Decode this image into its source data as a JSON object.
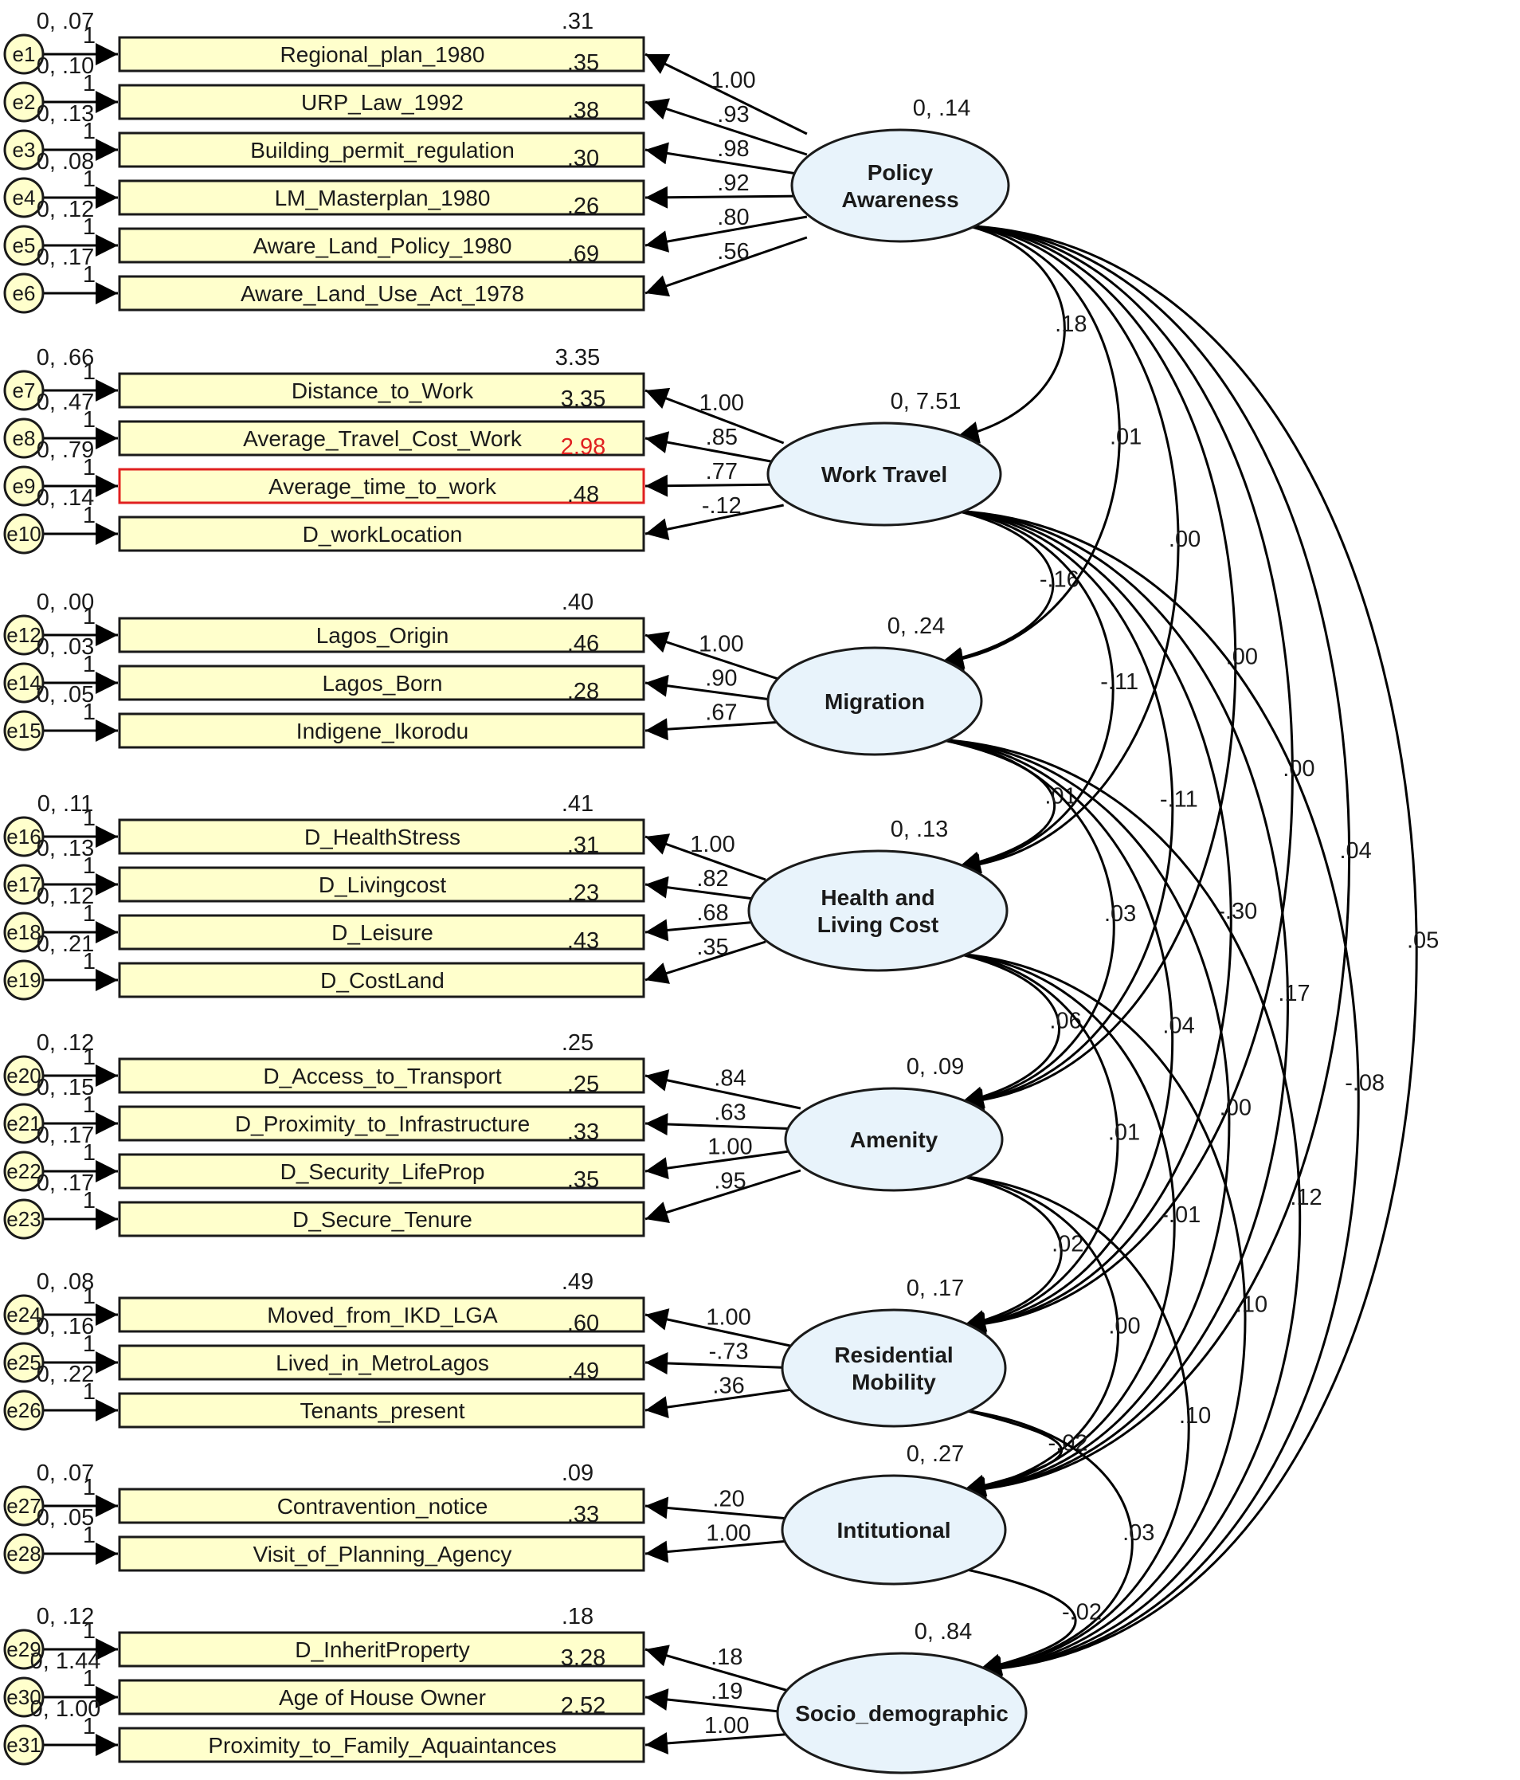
{
  "factors": [
    {
      "name": "Policy Awareness",
      "lines": [
        "Policy",
        "Awareness"
      ],
      "var": "0, .14",
      "loadings": [
        "1.00",
        ".93",
        ".98",
        ".92",
        ".80",
        ".56"
      ],
      "indicators": [
        {
          "label": "Regional_plan_1980",
          "err": "e1",
          "int": ".35",
          "ev": "0, .10"
        },
        {
          "label": "URP_Law_1992",
          "err": "e2",
          "int": ".38",
          "ev": "0, .13"
        },
        {
          "label": "Building_permit_regulation",
          "err": "e3",
          "int": ".30",
          "ev": "0, .08"
        },
        {
          "label": "LM_Masterplan_1980",
          "err": "e4",
          "int": ".26",
          "ev": "0, .12"
        },
        {
          "label": "Aware_Land_Policy_1980",
          "err": "e5",
          "int": ".69",
          "ev": "0, .17"
        },
        {
          "label": "Aware_Land_Use_Act_1978",
          "err": "e6",
          "int": "",
          "ev": ""
        }
      ],
      "top_ev": "0, .07",
      "top_int": ".31"
    },
    {
      "name": "Work Travel",
      "lines": [
        "Work Travel"
      ],
      "var": "0, 7.51",
      "loadings": [
        "1.00",
        ".85",
        ".77",
        "-.12"
      ],
      "indicators": [
        {
          "label": "Distance_to_Work",
          "err": "e7",
          "int": "3.35",
          "ev": "0, .47"
        },
        {
          "label": "Average_Travel_Cost_Work",
          "err": "e8",
          "int": "2.98",
          "ev": "0, .79"
        },
        {
          "label": "Average_time_to_work",
          "err": "e9",
          "int": ".48",
          "ev": "0, .14"
        },
        {
          "label": "D_workLocation",
          "err": "e10",
          "int": "",
          "ev": ""
        }
      ],
      "top_ev": "0, .66",
      "top_int": "3.35"
    },
    {
      "name": "Migration",
      "lines": [
        "Migration"
      ],
      "var": "0, .24",
      "loadings": [
        "1.00",
        ".90",
        ".67"
      ],
      "indicators": [
        {
          "label": "Lagos_Origin",
          "err": "e12",
          "int": ".46",
          "ev": "0, .03"
        },
        {
          "label": "Lagos_Born",
          "err": "e14",
          "int": ".28",
          "ev": "0, .05"
        },
        {
          "label": "Indigene_Ikorodu",
          "err": "e15",
          "int": "",
          "ev": ""
        }
      ],
      "top_ev": "0, .00",
      "top_int": ".40"
    },
    {
      "name": "Health and Living Cost",
      "lines": [
        "Health and",
        "Living Cost"
      ],
      "var": "0, .13",
      "loadings": [
        "1.00",
        ".82",
        ".68",
        ".35"
      ],
      "indicators": [
        {
          "label": "D_HealthStress",
          "err": "e16",
          "int": ".31",
          "ev": "0, .13"
        },
        {
          "label": "D_Livingcost",
          "err": "e17",
          "int": ".23",
          "ev": "0, .12"
        },
        {
          "label": "D_Leisure",
          "err": "e18",
          "int": ".43",
          "ev": "0, .21"
        },
        {
          "label": "D_CostLand",
          "err": "e19",
          "int": "",
          "ev": ""
        }
      ],
      "top_ev": "0, .11",
      "top_int": ".41"
    },
    {
      "name": "Amenity",
      "lines": [
        "Amenity"
      ],
      "var": "0, .09",
      "loadings": [
        ".84",
        ".63",
        "1.00",
        ".95"
      ],
      "indicators": [
        {
          "label": "D_Access_to_Transport",
          "err": "e20",
          "int": ".25",
          "ev": "0, .15"
        },
        {
          "label": "D_Proximity_to_Infrastructure",
          "err": "e21",
          "int": ".33",
          "ev": "0, .17"
        },
        {
          "label": "D_Security_LifeProp",
          "err": "e22",
          "int": ".35",
          "ev": "0, .17"
        },
        {
          "label": "D_Secure_Tenure",
          "err": "e23",
          "int": "",
          "ev": ""
        }
      ],
      "top_ev": "0, .12",
      "top_int": ".25"
    },
    {
      "name": "Residential Mobility",
      "lines": [
        "Residential",
        "Mobility"
      ],
      "var": "0, .17",
      "loadings": [
        "1.00",
        "-.73",
        ".36"
      ],
      "indicators": [
        {
          "label": "Moved_from_IKD_LGA",
          "err": "e24",
          "int": ".60",
          "ev": "0, .16"
        },
        {
          "label": "Lived_in_MetroLagos",
          "err": "e25",
          "int": ".49",
          "ev": "0, .22"
        },
        {
          "label": "Tenants_present",
          "err": "e26",
          "int": "",
          "ev": ""
        }
      ],
      "top_ev": "0, .08",
      "top_int": ".49"
    },
    {
      "name": "Intitutional",
      "lines": [
        "Intitutional"
      ],
      "var": "0, .27",
      "loadings": [
        ".20",
        "1.00"
      ],
      "indicators": [
        {
          "label": "Contravention_notice",
          "err": "e27",
          "int": ".33",
          "ev": "0, .05"
        },
        {
          "label": "Visit_of_Planning_Agency",
          "err": "e28",
          "int": "",
          "ev": ""
        }
      ],
      "top_ev": "0, .07",
      "top_int": ".09"
    },
    {
      "name": "Socio_demographic",
      "lines": [
        "Socio_demographic"
      ],
      "var": "0, .84",
      "loadings": [
        ".18",
        ".19",
        "1.00"
      ],
      "indicators": [
        {
          "label": "D_InheritProperty",
          "err": "e29",
          "int": "3.28",
          "ev": "0, 1.44"
        },
        {
          "label": "Age of House Owner",
          "err": "e30",
          "int": "2.52",
          "ev": "0, 1.00"
        },
        {
          "label": "Proximity_to_Family_Aquaintances",
          "err": "e31",
          "int": "",
          "ev": ""
        }
      ],
      "top_ev": "0, .12",
      "top_int": ".18"
    }
  ],
  "one_label": "1",
  "covariances": [
    {
      "a": 0,
      "b": 1,
      "v": ".18"
    },
    {
      "a": 0,
      "b": 2,
      "v": ".01"
    },
    {
      "a": 0,
      "b": 3,
      "v": ".00"
    },
    {
      "a": 0,
      "b": 4,
      "v": ".00"
    },
    {
      "a": 0,
      "b": 5,
      "v": ".00"
    },
    {
      "a": 0,
      "b": 6,
      "v": ".04"
    },
    {
      "a": 0,
      "b": 7,
      "v": ".05"
    },
    {
      "a": 1,
      "b": 2,
      "v": "-.16"
    },
    {
      "a": 1,
      "b": 3,
      "v": "-.11"
    },
    {
      "a": 1,
      "b": 4,
      "v": "-.11"
    },
    {
      "a": 1,
      "b": 5,
      "v": "-.30"
    },
    {
      "a": 1,
      "b": 6,
      "v": ".17"
    },
    {
      "a": 1,
      "b": 7,
      "v": "-.08"
    },
    {
      "a": 2,
      "b": 3,
      "v": ".01"
    },
    {
      "a": 2,
      "b": 4,
      "v": ".03"
    },
    {
      "a": 2,
      "b": 5,
      "v": ".04"
    },
    {
      "a": 2,
      "b": 6,
      "v": ".00"
    },
    {
      "a": 2,
      "b": 7,
      "v": ".12"
    },
    {
      "a": 3,
      "b": 4,
      "v": ".06"
    },
    {
      "a": 3,
      "b": 5,
      "v": ".01"
    },
    {
      "a": 3,
      "b": 6,
      "v": "-.01"
    },
    {
      "a": 3,
      "b": 7,
      "v": ".10"
    },
    {
      "a": 4,
      "b": 5,
      "v": ".02"
    },
    {
      "a": 4,
      "b": 6,
      "v": ".00"
    },
    {
      "a": 4,
      "b": 7,
      "v": ".10"
    },
    {
      "a": 5,
      "b": 6,
      "v": "-.02"
    },
    {
      "a": 5,
      "b": 7,
      "v": ".03"
    },
    {
      "a": 6,
      "b": 7,
      "v": "-.02"
    }
  ]
}
